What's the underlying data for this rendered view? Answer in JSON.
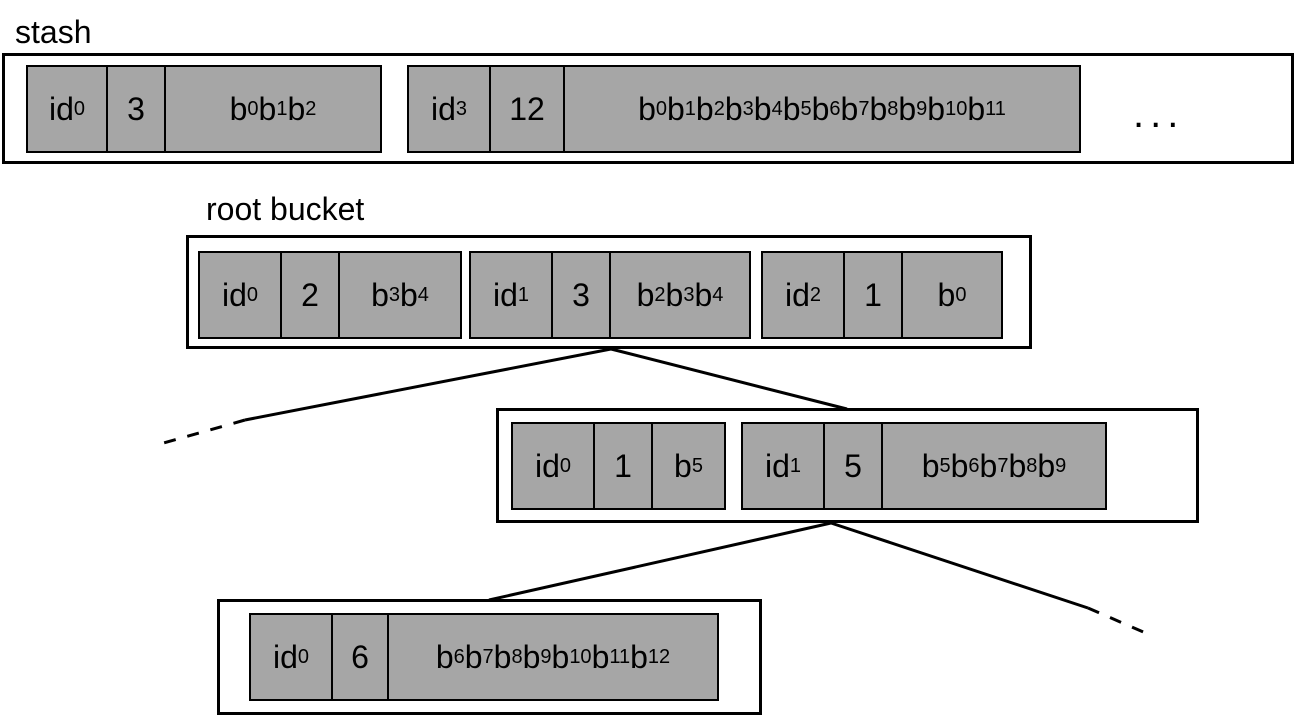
{
  "stash": {
    "label": "stash",
    "blocks": [
      {
        "id": "id",
        "id_sub": "0",
        "count": "3",
        "tokens": [
          "0",
          "1",
          "2"
        ]
      },
      {
        "id": "id",
        "id_sub": "3",
        "count": "12",
        "tokens": [
          "0",
          "1",
          "2",
          "3",
          "4",
          "5",
          "6",
          "7",
          "8",
          "9",
          "10",
          "11"
        ]
      }
    ],
    "ellipsis": "..."
  },
  "root": {
    "label": "root bucket",
    "blocks": [
      {
        "id": "id",
        "id_sub": "0",
        "count": "2",
        "tokens": [
          "3",
          "4"
        ]
      },
      {
        "id": "id",
        "id_sub": "1",
        "count": "3",
        "tokens": [
          "2",
          "3",
          "4"
        ]
      },
      {
        "id": "id",
        "id_sub": "2",
        "count": "1",
        "tokens": [
          "0"
        ]
      }
    ]
  },
  "middle": {
    "blocks": [
      {
        "id": "id",
        "id_sub": "0",
        "count": "1",
        "tokens": [
          "5"
        ]
      },
      {
        "id": "id",
        "id_sub": "1",
        "count": "5",
        "tokens": [
          "5",
          "6",
          "7",
          "8",
          "9"
        ]
      }
    ]
  },
  "bottom": {
    "blocks": [
      {
        "id": "id",
        "id_sub": "0",
        "count": "6",
        "tokens": [
          "6",
          "7",
          "8",
          "9",
          "10",
          "11",
          "12"
        ]
      }
    ]
  },
  "token_letter": "b",
  "colors": {
    "cell_fill": "#a6a6a6",
    "stroke": "#000000"
  }
}
